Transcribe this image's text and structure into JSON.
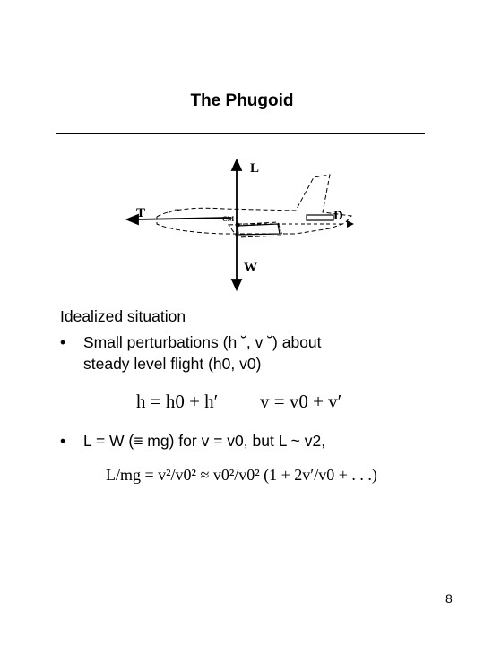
{
  "slide": {
    "title": "The Phugoid",
    "page_number": "8"
  },
  "diagram": {
    "label_lift": "L",
    "label_thrust": "T",
    "label_drag": "D",
    "label_weight": "W",
    "label_cm": "CM"
  },
  "bullets": {
    "intro": "Idealized situation",
    "b1_line1": "Small perturbations (h ˘, v ˘) about",
    "b1_line2": "steady level flight (h0, v0)",
    "b2": "L = W (≡ mg) for v = v0, but L ~ v2,"
  },
  "equations": {
    "eq1_left": "h = h0 + h′",
    "eq1_right": "v = v0 + v′",
    "eq2": "L/mg = v²/v0² ≈ v0²/v0² (1 + 2v′/v0 + . . .)"
  }
}
